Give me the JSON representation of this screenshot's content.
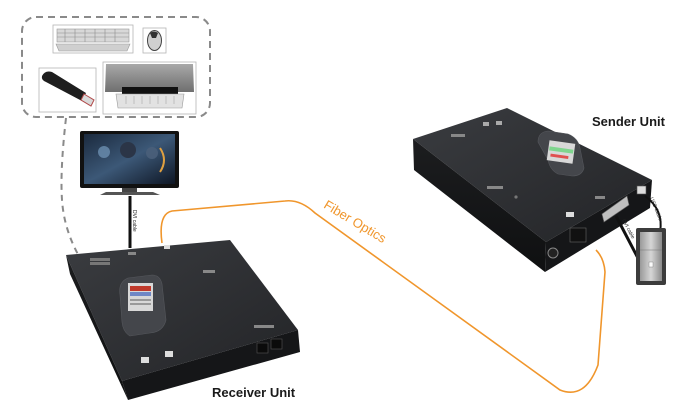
{
  "diagram": {
    "title": "Fiber KVM Extender Connection Diagram",
    "labels": {
      "sender_unit": "Sender Unit",
      "receiver_unit": "Receiver Unit",
      "fiber_optics": "Fiber Optics",
      "dvi_cable_receiver": "DVI cable",
      "dvi_cable_sender": "DVI cable",
      "usb_cable": "USB Cable"
    },
    "peripherals_group": {
      "items": [
        "keyboard",
        "mouse",
        "usb-flash-drive",
        "printer"
      ]
    },
    "devices": [
      "monitor",
      "receiver-unit",
      "sender-unit",
      "computer-tower"
    ],
    "colors": {
      "fiber": "#f0962c",
      "unit_body": "#2b2d30",
      "dashed_border": "#8a8a8a",
      "text": "#1a1a1a"
    }
  }
}
